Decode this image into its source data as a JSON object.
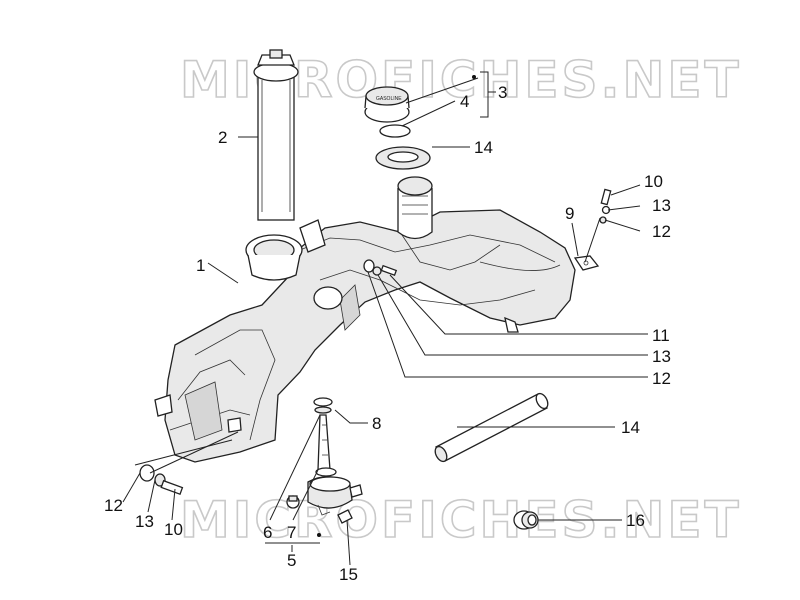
{
  "watermark": "MICROFICHES.NET",
  "labels": {
    "l1": "1",
    "l2": "2",
    "l3": "3",
    "l4": "4",
    "l14a": "14",
    "l10a": "10",
    "l13a": "13",
    "l12a": "12",
    "l9": "9",
    "l11": "11",
    "l13b": "13",
    "l12b": "12",
    "l8": "8",
    "l14b": "14",
    "l12c": "12",
    "l13c": "13",
    "l10b": "10",
    "l6": "6",
    "l7": "7",
    "l5": "5",
    "l15": "15",
    "l16": "16"
  },
  "cap_text": "GASOLINE"
}
